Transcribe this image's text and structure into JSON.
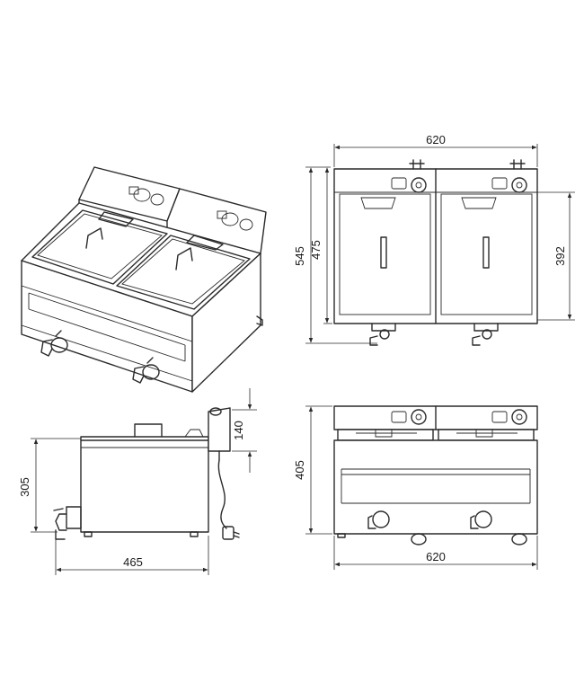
{
  "dimensions": {
    "width_top": "620",
    "height_total": "545",
    "height_body": "475",
    "height_tank": "392",
    "side_height": "305",
    "side_panel_height": "140",
    "side_depth": "465",
    "front_height": "405",
    "front_width": "620"
  },
  "colors": {
    "line": "#2a2a2a",
    "background": "#ffffff"
  }
}
